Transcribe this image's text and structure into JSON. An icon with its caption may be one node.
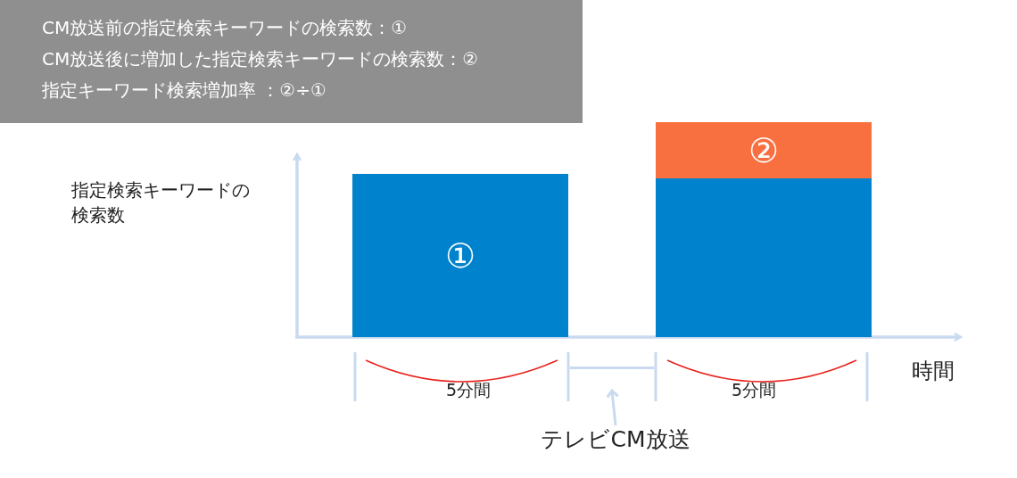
{
  "diagram": {
    "nodes": [
      {
        "text": [
          "CM放送前の指定検索キーワードの検索数：①",
          "CM放送後に増加した指定検索キーワードの検索数：②",
          "指定キーワード検索増加率 ：②÷①"
        ]
      },
      {
        "text": [
          "①"
        ]
      },
      {
        "text": [
          "②"
        ]
      },
      {
        "text": [],
        "shape": "bar"
      },
      {
        "text": [
          "テレビCM放送"
        ]
      },
      {
        "text": [],
        "shape": "bracket"
      }
    ],
    "edges": [
      {
        "from": 4,
        "to": 5,
        "arrow": "to"
      }
    ],
    "labels": [
      "指定検索キーワードの検索数",
      "5分間",
      "5分間",
      "時間"
    ]
  }
}
